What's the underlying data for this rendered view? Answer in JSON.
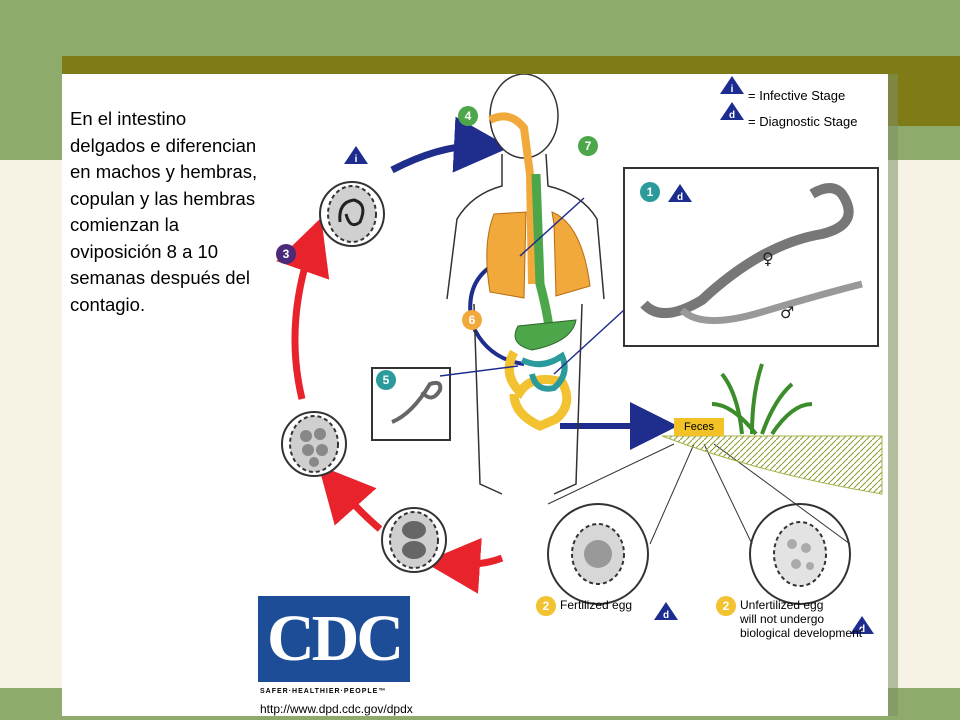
{
  "description": "En el intestino delgados e diferencian en machos y hembras, copulan y las hembras comienzan la oviposición 8 a 10 semanas después del contagio.",
  "legend": {
    "infective_symbol": "i",
    "infective_label": "= Infective Stage",
    "diagnostic_symbol": "d",
    "diagnostic_label": "= Diagnostic Stage"
  },
  "steps": [
    "1",
    "2",
    "3",
    "4",
    "5",
    "6",
    "7"
  ],
  "labels": {
    "feces": "Feces",
    "fertilized_egg": "Fertilized egg",
    "unfertilized_line1": "Unfertilized egg",
    "unfertilized_line2": "will not undergo",
    "unfertilized_line3": "biological development",
    "female_symbol": "♀",
    "male_symbol": "♂"
  },
  "logo": {
    "text": "CDC",
    "tagline": "SAFER·HEALTHIER·PEOPLE™",
    "url": "http://www.dpd.cdc.gov/dpdx"
  },
  "colors": {
    "top_band": "#8fab6c",
    "olive_bar": "#7f7b16",
    "background": "#f6f3e4",
    "arrow_red": "#e8232b",
    "arrow_blue": "#1f2d8c",
    "step_green": "#4da64a",
    "step_purple": "#4b2a7a",
    "step_orange": "#f2a93b",
    "step_teal": "#2a9a9a",
    "step_yellow": "#f2c230",
    "stage_triangle": "#1d2c8f",
    "cdc_blue": "#1d4d97"
  }
}
